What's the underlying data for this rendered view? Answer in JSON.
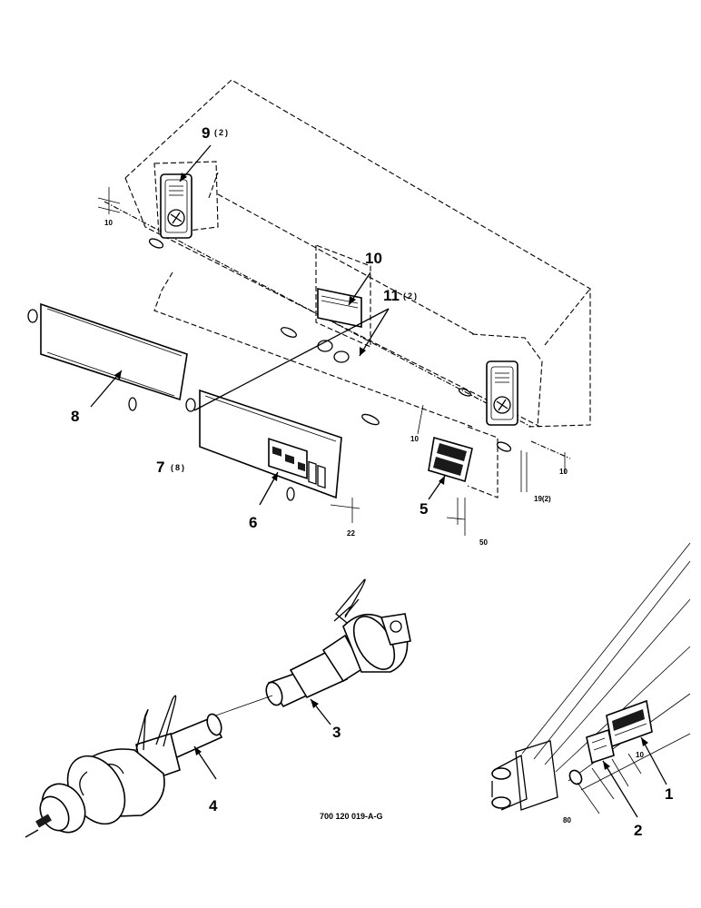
{
  "callouts": {
    "p1": "1",
    "p2": "2",
    "p3": "3",
    "p4": "4",
    "p5": "5",
    "p6": "6",
    "p7": "7",
    "p8": "8",
    "p9": "9",
    "p10": "10",
    "p11": "11"
  },
  "quantities": {
    "p7": "(8)",
    "p9": "(2)",
    "p11": "(2)"
  },
  "dimensions": {
    "d_top_left": "10",
    "d_mid": "10",
    "d_right": "10",
    "d_offset_right": "19(2)",
    "d_panel_bottom": "22",
    "d_decal5": "50",
    "d_tongue_80": "80",
    "d_tongue_10": "10"
  },
  "drawing_code": "700 120 019-A-G"
}
